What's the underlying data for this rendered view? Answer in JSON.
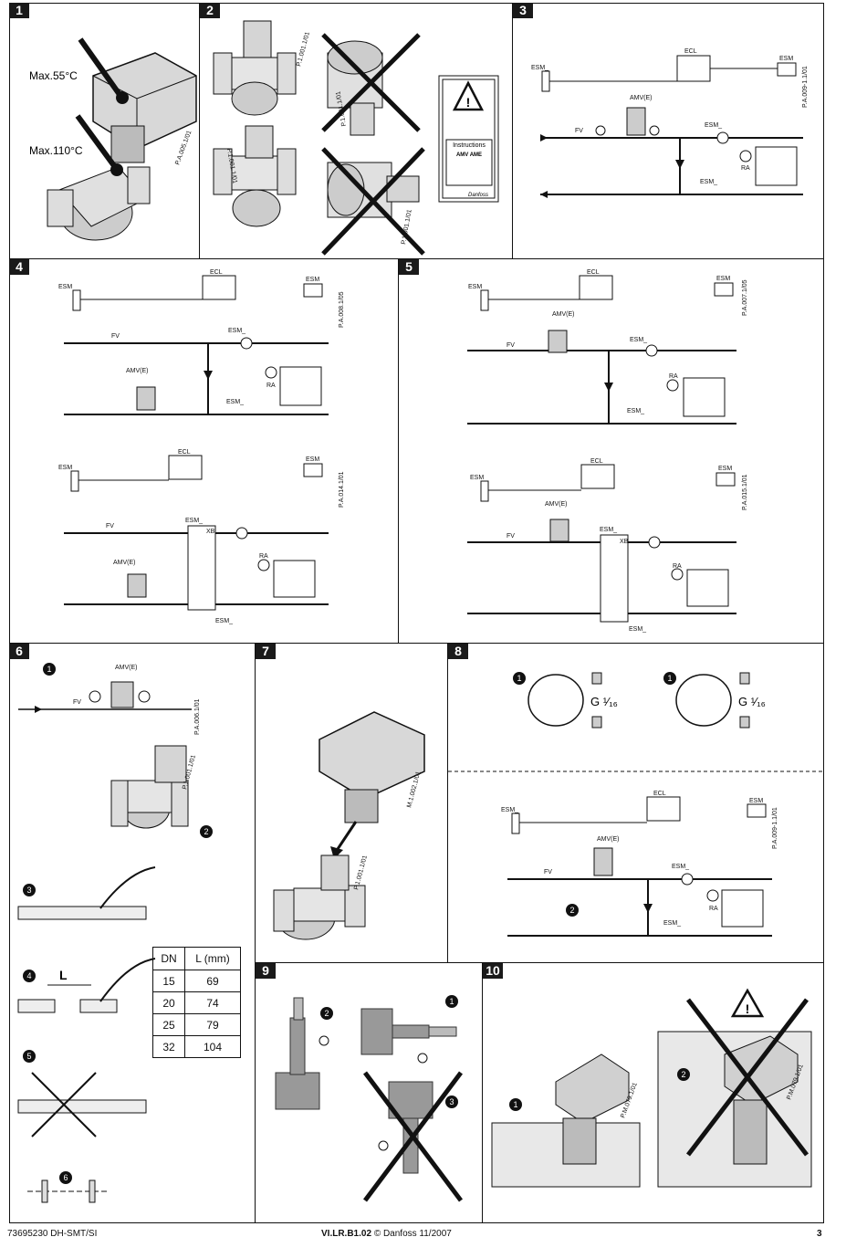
{
  "panels": {
    "p1": {
      "num": "1",
      "temp_high": "Max.55°C",
      "temp_low": "Max.110°C",
      "ref": "P.A.005.1/01"
    },
    "p2": {
      "num": "2",
      "ref_a": "P.1.001.1/01",
      "ref_b": "P.1.001.1/01",
      "ref_c": "P.1.001.1/01",
      "ref_d": "P.1.001.1/01",
      "ref_e": "P.1.001.1/01",
      "card_title": "Instructions",
      "card_sub": "AMV AME",
      "card_brand": "Danfoss"
    },
    "p3": {
      "num": "3",
      "ecl": "ECL",
      "esm_left": "ESM_",
      "esm_right": "ESM",
      "amv": "AMV(E)",
      "fv": "FV",
      "esm_mid": "ESM_",
      "esm_low": "ESM_",
      "ra": "RA",
      "ref": "P.A.009-1.1/01"
    },
    "p4": {
      "num": "4",
      "top": {
        "ecl": "ECL",
        "esm_left": "ESM",
        "esm_right": "ESM",
        "fv": "FV",
        "esm_mid": "ESM_",
        "amv": "AMV(E)",
        "ra": "RA",
        "esm_low": "ESM_",
        "ref": "P.A.008.1/05"
      },
      "bottom": {
        "ecl": "ECL",
        "esm_left": "ESM",
        "esm_right": "ESM",
        "fv": "FV",
        "esm_mid": "ESM_",
        "xb": "XB",
        "amv": "AMV(E)",
        "ra": "RA",
        "esm_low": "ESM_",
        "ref": "P.A.014.1/01"
      }
    },
    "p5": {
      "num": "5",
      "top": {
        "ecl": "ECL",
        "esm_left": "ESM",
        "esm_right": "ESM",
        "amv": "AMV(E)",
        "fv": "FV",
        "esm_mid": "ESM_",
        "ra": "RA",
        "esm_low": "ESM_",
        "ref": "P.A.007.1/05"
      },
      "bottom": {
        "ecl": "ECL",
        "esm_left": "ESM",
        "esm_right": "ESM",
        "amv": "AMV(E)",
        "fv": "FV",
        "esm_mid": "ESM_",
        "xb": "XB",
        "ra": "RA",
        "esm_low": "ESM_",
        "ref": "P.A.015.1/01"
      }
    },
    "p6": {
      "num": "6",
      "amv": "AMV(E)",
      "fv": "FV",
      "ref": "P.A.006.1/01",
      "ref_valve": "P.1.001.1/01",
      "mark1": "1",
      "mark2": "2",
      "mark3": "3",
      "mark4": "4",
      "mark5": "5",
      "mark6": "6",
      "dim_label": "L",
      "table": {
        "headers": [
          "DN",
          "L (mm)"
        ],
        "rows": [
          [
            "15",
            "69"
          ],
          [
            "20",
            "74"
          ],
          [
            "25",
            "79"
          ],
          [
            "32",
            "104"
          ]
        ]
      }
    },
    "p7": {
      "num": "7",
      "ref_actuator": "M.1.002.1/01",
      "ref_valve": "P.1.001.1/01"
    },
    "p8": {
      "num": "8",
      "mark_a": "1",
      "mark_b": "1",
      "thread_a": "G ¹⁄₁₆",
      "thread_b": "G ¹⁄₁₆",
      "ecl": "ECL",
      "esm_left": "ESM_",
      "esm_right": "ESM",
      "amv": "AMV(E)",
      "fv": "FV",
      "esm_mid": "ESM_",
      "ra": "RA",
      "esm_low": "ESM_",
      "mark2": "2",
      "ref": "P.A.009-1.1/01"
    },
    "p9": {
      "num": "9",
      "mark1": "1",
      "mark2": "2",
      "mark3": "3"
    },
    "p10": {
      "num": "10",
      "mark1": "1",
      "mark2": "2",
      "ref_a": "P.M.079.1/01",
      "ref_b": "P.M.079.1/01"
    }
  },
  "footer": {
    "left": "73695230 DH-SMT/SI",
    "center_bold": "VI.LR.B1.02",
    "center_rest": "© Danfoss 11/2007",
    "page": "3"
  }
}
